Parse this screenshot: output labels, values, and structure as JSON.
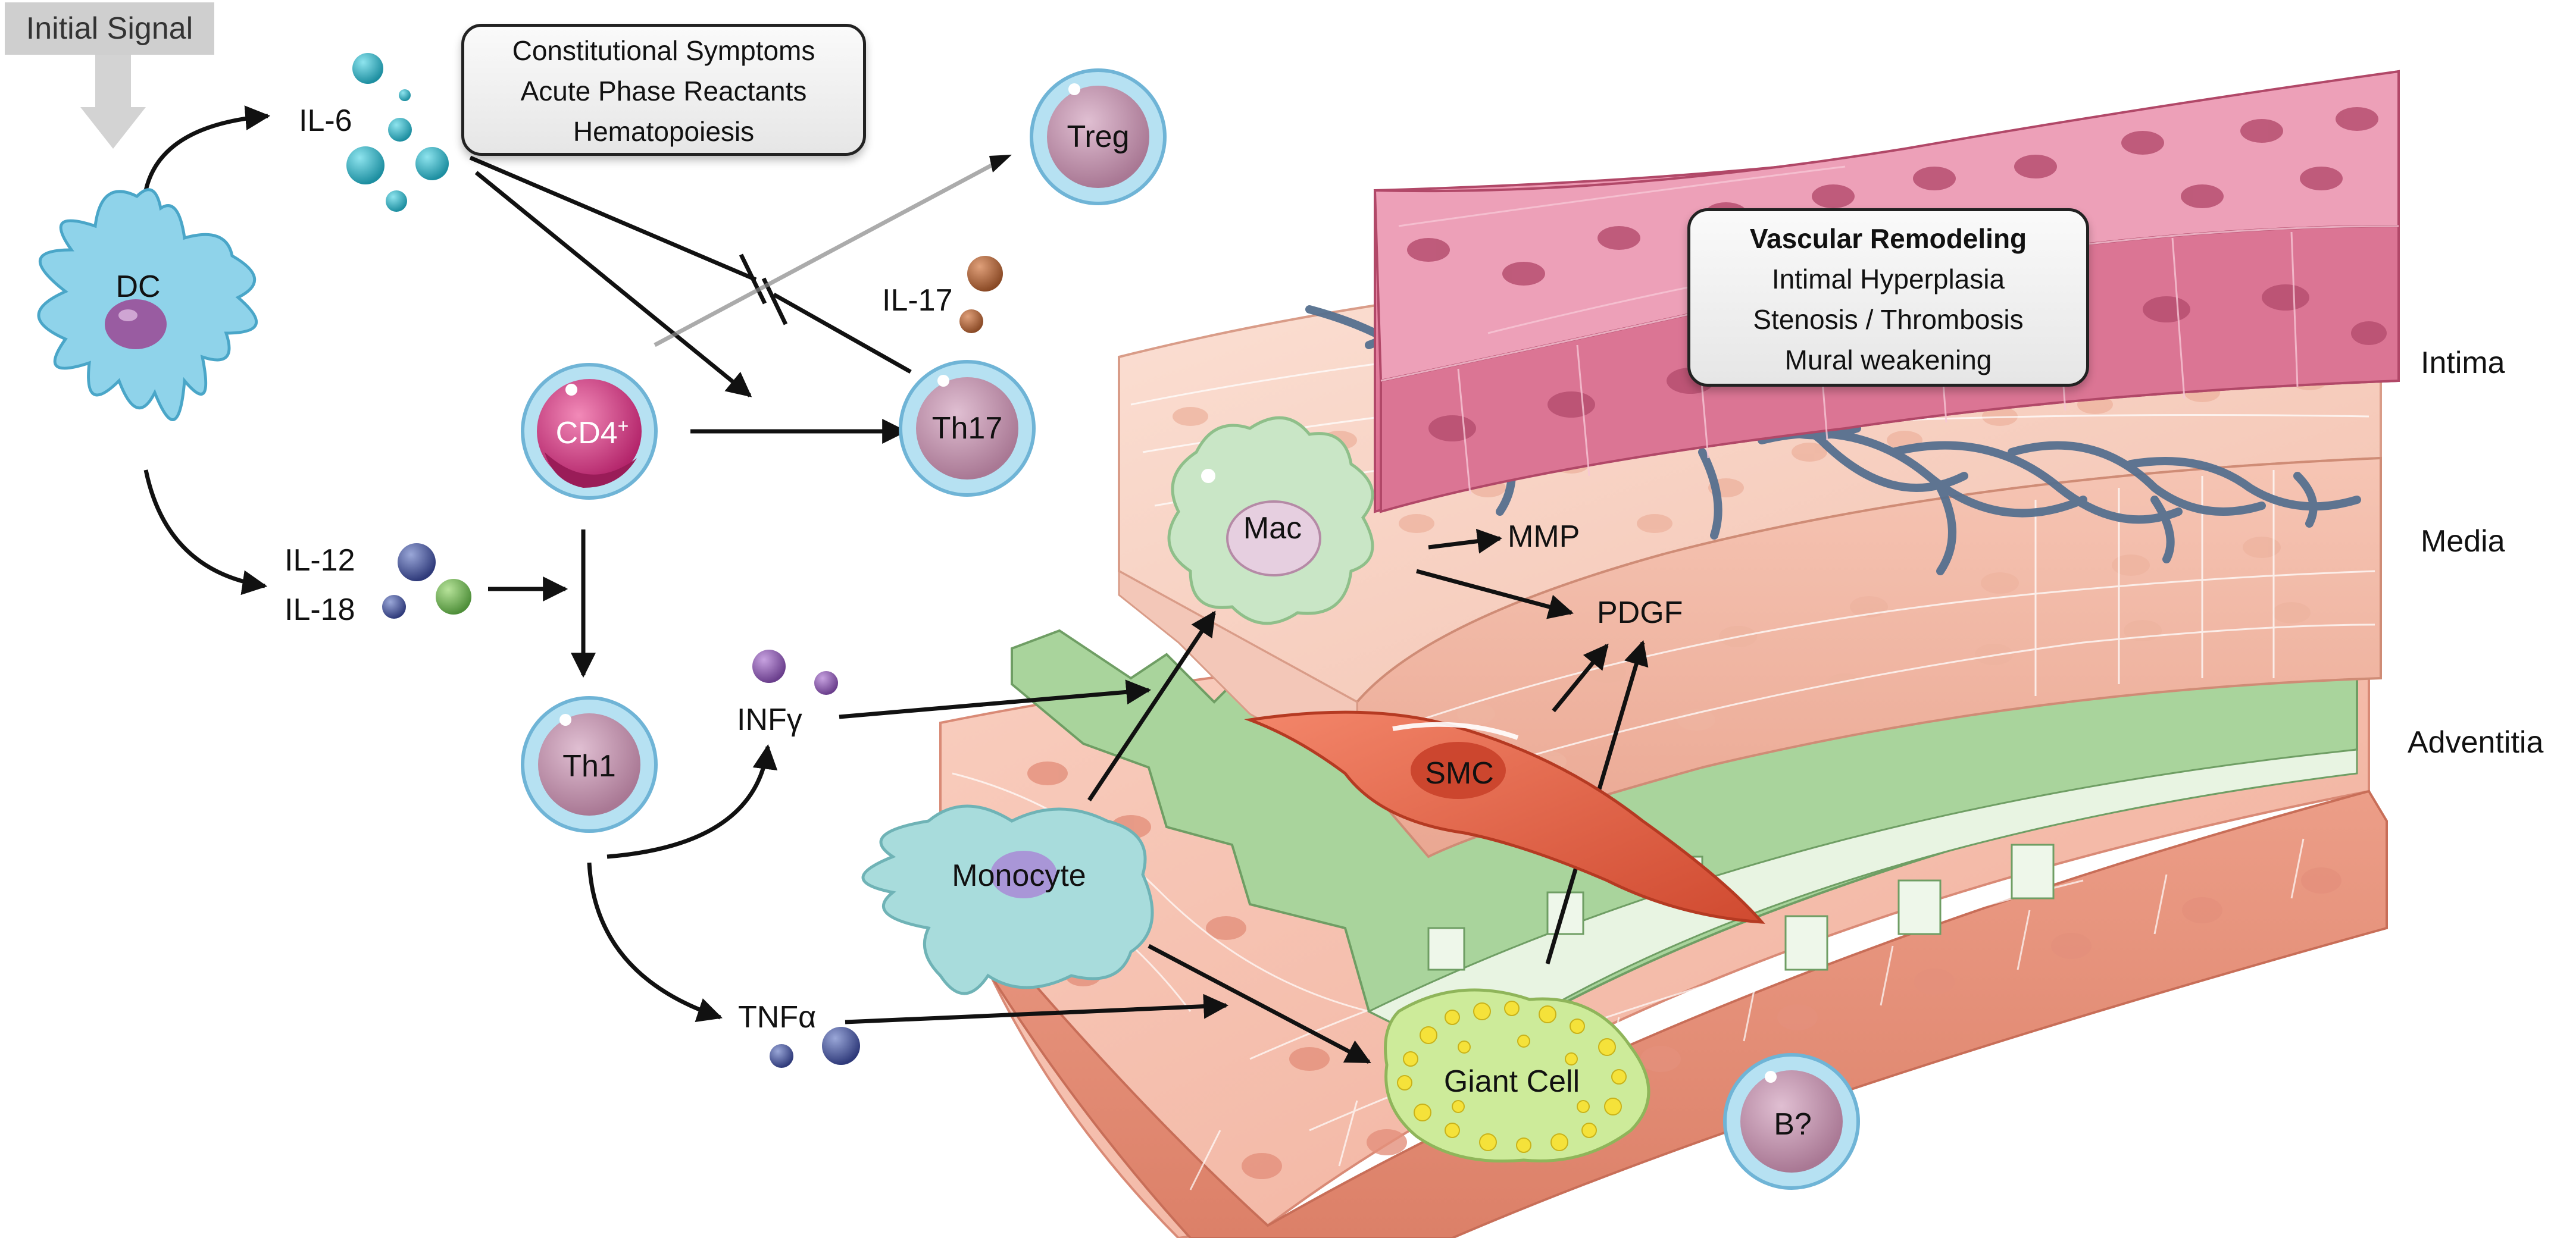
{
  "initial_signal": "Initial Signal",
  "cells": {
    "dc": "DC",
    "cd4": "CD4",
    "cd4_sup": "+",
    "treg": "Treg",
    "th17": "Th17",
    "th1": "Th1",
    "mac": "Mac",
    "monocyte": "Monocyte",
    "smc": "SMC",
    "giant_cell": "Giant Cell",
    "b_cell": "B?"
  },
  "cytokines": {
    "il6": "IL-6",
    "il17": "IL-17",
    "il12": "IL-12",
    "il18": "IL-18",
    "infg": "INFγ",
    "tnfa": "TNFα",
    "mmp": "MMP",
    "pdgf": "PDGF"
  },
  "systemic_box": [
    "Constitutional Symptoms",
    "Acute Phase Reactants",
    "Hematopoiesis"
  ],
  "remodeling_box": {
    "title": "Vascular Remodeling",
    "items": [
      "Intimal Hyperplasia",
      "Stenosis / Thrombosis",
      "Mural weakening"
    ]
  },
  "layers": [
    "Intima",
    "Media",
    "Adventitia"
  ],
  "colors": {
    "intima": "#e07a98",
    "media": "#f6c6b8",
    "adventitia": "#f0a898",
    "elastic_lamina": "#a9d4a0",
    "dc": "#8fd0ea",
    "t_cell": "#b98aa6",
    "monocyte": "#a8dcdc",
    "mac": "#c9e6c6",
    "smc": "#e8644a",
    "giant_cell": "#cdeb9a"
  }
}
